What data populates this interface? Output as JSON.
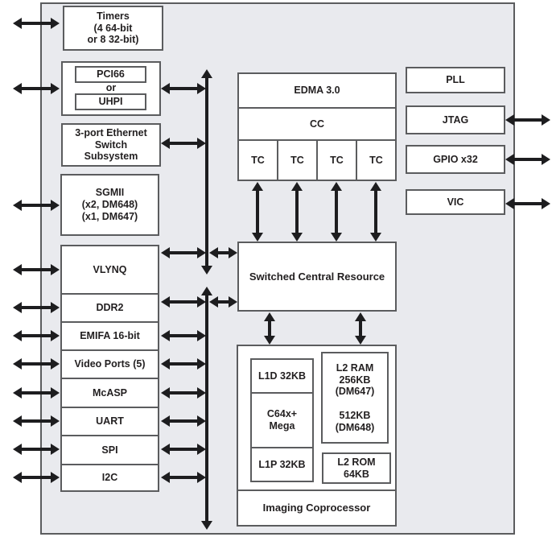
{
  "colors": {
    "chip_background": "#e9eaee",
    "box_border": "#5b5c5e",
    "box_fill": "#ffffff",
    "arrow": "#1d1d1f",
    "text": "#221f20"
  },
  "chip": {
    "timers": "Timers\n(4 64-bit\nor 8 32-bit)",
    "pci_group": {
      "pci66": "PCI66",
      "or": "or",
      "uhpi": "UHPI"
    },
    "ethernet": "3-port Ethernet\nSwitch\nSubsystem",
    "sgmii": "SGMII\n(x2, DM648)\n(x1, DM647)",
    "left_stack": [
      "VLYNQ",
      "DDR2",
      "EMIFA 16-bit",
      "Video Ports (5)",
      "McASP",
      "UART",
      "SPI",
      "I2C"
    ],
    "edma": {
      "title": "EDMA 3.0",
      "cc": "CC",
      "tc": [
        "TC",
        "TC",
        "TC",
        "TC"
      ]
    },
    "right_stack": [
      "PLL",
      "JTAG",
      "GPIO x32",
      "VIC"
    ],
    "scr": "Switched Central Resource",
    "cpu": {
      "l1d": "L1D 32KB",
      "core": "C64x+\nMega",
      "l1p": "L1P 32KB",
      "l2ram": "L2 RAM\n256KB\n(DM647)\n\n512KB\n(DM648)",
      "l2rom": "L2 ROM\n64KB"
    },
    "imaging": "Imaging Coprocessor"
  }
}
